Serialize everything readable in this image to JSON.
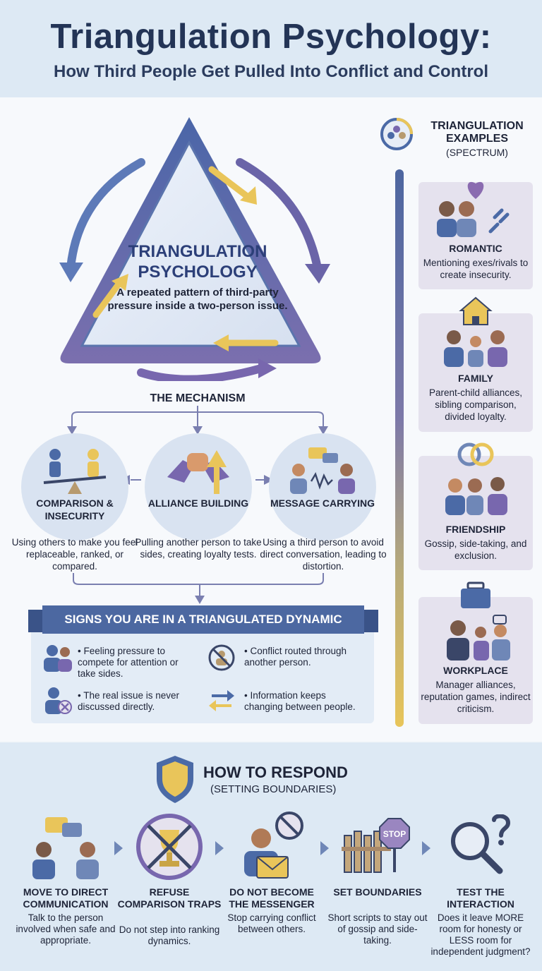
{
  "header": {
    "title": "Triangulation Psychology:",
    "subtitle": "How Third People Get Pulled Into Conflict and Control"
  },
  "triangle": {
    "title": "TRIANGULATION PSYCHOLOGY",
    "description": "A repeated pattern of third-party pressure inside a two-person issue."
  },
  "mechanism": {
    "title": "THE MECHANISM",
    "items": [
      {
        "label": "COMPARISON & INSECURITY",
        "description": "Using others to make you feel replaceable, ranked, or compared."
      },
      {
        "label": "ALLIANCE BUILDING",
        "description": "Pulling another person to take sides, creating loyalty tests."
      },
      {
        "label": "MESSAGE CARRYING",
        "description": "Using a third person to avoid direct conversation, leading to distortion."
      }
    ]
  },
  "signs": {
    "title": "SIGNS YOU ARE IN A TRIANGULATED DYNAMIC",
    "items": [
      "• Feeling pressure to compete for attention or take sides.",
      "• Conflict routed through another person.",
      "• The real issue is never discussed directly.",
      "• Information keeps changing between people."
    ]
  },
  "examples": {
    "title": "TRIANGULATION EXAMPLES",
    "subtitle": "(SPECTRUM)",
    "items": [
      {
        "label": "ROMANTIC",
        "description": "Mentioning exes/rivals to create insecurity."
      },
      {
        "label": "FAMILY",
        "description": "Parent-child alliances, sibling comparison, divided loyalty."
      },
      {
        "label": "FRIENDSHIP",
        "description": "Gossip, side-taking, and exclusion."
      },
      {
        "label": "WORKPLACE",
        "description": "Manager alliances, reputation games, indirect criticism."
      }
    ]
  },
  "respond": {
    "title": "HOW TO RESPOND",
    "subtitle": "(SETTING BOUNDARIES)",
    "steps": [
      {
        "label": "MOVE TO DIRECT COMMUNICATION",
        "description": "Talk to the person involved when safe and appropriate."
      },
      {
        "label": "REFUSE COMPARISON TRAPS",
        "description": "Do not step into ranking dynamics."
      },
      {
        "label": "DO NOT BECOME THE MESSENGER",
        "description": "Stop carrying conflict between others."
      },
      {
        "label": "SET BOUNDARIES",
        "description": "Short scripts to stay out of gossip and side-taking."
      },
      {
        "label": "TEST THE INTERACTION",
        "description": "Does it leave MORE room for honesty or LESS room for independent judgment?"
      }
    ],
    "stop_sign": "STOP"
  }
}
